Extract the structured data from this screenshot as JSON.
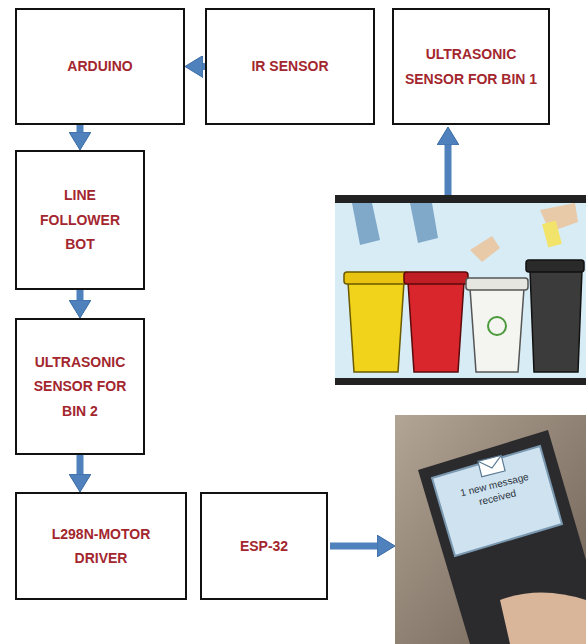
{
  "diagram": {
    "nodes": [
      {
        "text": [
          "ARDUINO"
        ]
      },
      {
        "text": [
          "IR SENSOR"
        ]
      },
      {
        "text": [
          "ULTRASONIC SENSOR FOR BIN 1"
        ]
      },
      {
        "text": [
          "LINE FOLLOWER BOT"
        ]
      },
      {
        "text": [
          "ULTRASONIC SENSOR FOR BIN 2"
        ]
      },
      {
        "text": [
          "L298N-MOTOR DRIVER"
        ]
      },
      {
        "text": [
          "ESP-32"
        ]
      }
    ],
    "edges": [
      {
        "from": 2,
        "to": 1,
        "arrow": "to"
      },
      {
        "from": 1,
        "to": 0,
        "arrow": "to"
      },
      {
        "from": 0,
        "to": 3,
        "arrow": "to"
      },
      {
        "from": 3,
        "to": 4,
        "arrow": "to"
      },
      {
        "from": 4,
        "to": 5,
        "arrow": "to"
      },
      {
        "from": 5,
        "to": 6,
        "arrow": "to"
      }
    ],
    "labels": [
      "1 new message received"
    ]
  }
}
